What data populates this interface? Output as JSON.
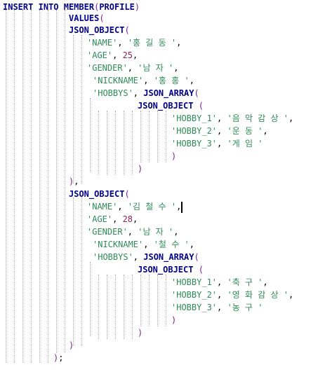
{
  "editor": {
    "lines": [
      {
        "name": "line-insert-into",
        "tokens": [
          {
            "t": "INSERT",
            "k": "kw"
          },
          {
            "t": " ",
            "k": "plain"
          },
          {
            "t": "INTO",
            "k": "kw"
          },
          {
            "t": " ",
            "k": "plain"
          },
          {
            "t": "MEMBER",
            "k": "kw"
          },
          {
            "t": "(",
            "k": "paren"
          },
          {
            "t": "PROFILE",
            "k": "kw"
          },
          {
            "t": ")",
            "k": "paren"
          }
        ]
      },
      {
        "name": "line-values",
        "tokens": [
          {
            "t": "VALUES",
            "k": "kw"
          },
          {
            "t": "(",
            "k": "paren"
          }
        ]
      },
      {
        "name": "line-json-object-1",
        "tokens": [
          {
            "t": "JSON_OBJECT",
            "k": "fn"
          },
          {
            "t": "(",
            "k": "paren"
          }
        ]
      },
      {
        "name": "line-name-1",
        "tokens": [
          {
            "t": "'NAME'",
            "k": "str"
          },
          {
            "t": ", ",
            "k": "punc"
          },
          {
            "t": "'홍 길 동 '",
            "k": "str"
          },
          {
            "t": ",",
            "k": "punc"
          }
        ]
      },
      {
        "name": "line-age-1",
        "tokens": [
          {
            "t": "'AGE'",
            "k": "str"
          },
          {
            "t": ", ",
            "k": "punc"
          },
          {
            "t": "25",
            "k": "num"
          },
          {
            "t": ",",
            "k": "punc"
          }
        ]
      },
      {
        "name": "line-gender-1",
        "tokens": [
          {
            "t": "'GENDER'",
            "k": "str"
          },
          {
            "t": ", ",
            "k": "punc"
          },
          {
            "t": "'남 자 '",
            "k": "str"
          },
          {
            "t": ",",
            "k": "punc"
          }
        ]
      },
      {
        "name": "line-nickname-1",
        "tokens": [
          {
            "t": "'NICKNAME'",
            "k": "str"
          },
          {
            "t": ", ",
            "k": "punc"
          },
          {
            "t": "'홍 홍 '",
            "k": "str"
          },
          {
            "t": ",",
            "k": "punc"
          }
        ]
      },
      {
        "name": "line-hobbys-1",
        "tokens": [
          {
            "t": "'HOBBYS'",
            "k": "str"
          },
          {
            "t": ", ",
            "k": "punc"
          },
          {
            "t": "JSON_ARRAY",
            "k": "fn"
          },
          {
            "t": "(",
            "k": "paren"
          }
        ]
      },
      {
        "name": "line-inner-json-object-1",
        "tokens": [
          {
            "t": "JSON_OBJECT",
            "k": "fn"
          },
          {
            "t": " ",
            "k": "plain"
          },
          {
            "t": "(",
            "k": "paren"
          }
        ]
      },
      {
        "name": "line-hobby1-1",
        "tokens": [
          {
            "t": "'HOBBY_1'",
            "k": "str"
          },
          {
            "t": ", ",
            "k": "punc"
          },
          {
            "t": "'음 악 감 상 '",
            "k": "str"
          },
          {
            "t": ",",
            "k": "punc"
          }
        ]
      },
      {
        "name": "line-hobby2-1",
        "tokens": [
          {
            "t": "'HOBBY_2'",
            "k": "str"
          },
          {
            "t": ", ",
            "k": "punc"
          },
          {
            "t": "'운 동 '",
            "k": "str"
          },
          {
            "t": ",",
            "k": "punc"
          }
        ]
      },
      {
        "name": "line-hobby3-1",
        "tokens": [
          {
            "t": "'HOBBY_3'",
            "k": "str"
          },
          {
            "t": ", ",
            "k": "punc"
          },
          {
            "t": "'게 임 '",
            "k": "str"
          }
        ]
      },
      {
        "name": "line-close-inner-1",
        "tokens": [
          {
            "t": ")",
            "k": "paren"
          }
        ]
      },
      {
        "name": "line-close-array-1",
        "tokens": [
          {
            "t": ")",
            "k": "paren"
          }
        ]
      },
      {
        "name": "line-close-object-1",
        "tokens": [
          {
            "t": ")",
            "k": "paren"
          },
          {
            "t": ",",
            "k": "punc"
          }
        ]
      },
      {
        "name": "line-json-object-2",
        "tokens": [
          {
            "t": "JSON_OBJECT",
            "k": "fn"
          },
          {
            "t": "(",
            "k": "paren"
          }
        ]
      },
      {
        "name": "line-name-2",
        "tokens": [
          {
            "t": "'NAME'",
            "k": "str"
          },
          {
            "t": ", ",
            "k": "punc"
          },
          {
            "t": "'김 철 수 '",
            "k": "str"
          },
          {
            "t": ",",
            "k": "punc"
          }
        ]
      },
      {
        "name": "line-age-2",
        "tokens": [
          {
            "t": "'AGE'",
            "k": "str"
          },
          {
            "t": ", ",
            "k": "punc"
          },
          {
            "t": "28",
            "k": "num"
          },
          {
            "t": ",",
            "k": "punc"
          }
        ]
      },
      {
        "name": "line-gender-2",
        "tokens": [
          {
            "t": "'GENDER'",
            "k": "str"
          },
          {
            "t": ", ",
            "k": "punc"
          },
          {
            "t": "'남 자 '",
            "k": "str"
          },
          {
            "t": ",",
            "k": "punc"
          }
        ]
      },
      {
        "name": "line-nickname-2",
        "tokens": [
          {
            "t": "'NICKNAME'",
            "k": "str"
          },
          {
            "t": ", ",
            "k": "punc"
          },
          {
            "t": "'철 수 '",
            "k": "str"
          },
          {
            "t": ",",
            "k": "punc"
          }
        ]
      },
      {
        "name": "line-hobbys-2",
        "tokens": [
          {
            "t": "'HOBBYS'",
            "k": "str"
          },
          {
            "t": ", ",
            "k": "punc"
          },
          {
            "t": "JSON_ARRAY",
            "k": "fn"
          },
          {
            "t": "(",
            "k": "paren"
          }
        ]
      },
      {
        "name": "line-inner-json-object-2",
        "tokens": [
          {
            "t": "JSON_OBJECT",
            "k": "fn"
          },
          {
            "t": " ",
            "k": "plain"
          },
          {
            "t": "(",
            "k": "paren"
          }
        ]
      },
      {
        "name": "line-hobby1-2",
        "tokens": [
          {
            "t": "'HOBBY_1'",
            "k": "str"
          },
          {
            "t": ", ",
            "k": "punc"
          },
          {
            "t": "'축 구 '",
            "k": "str"
          },
          {
            "t": ",",
            "k": "punc"
          }
        ]
      },
      {
        "name": "line-hobby2-2",
        "tokens": [
          {
            "t": "'HOBBY_2'",
            "k": "str"
          },
          {
            "t": ", ",
            "k": "punc"
          },
          {
            "t": "'영 화 감 상 '",
            "k": "str"
          },
          {
            "t": ",",
            "k": "punc"
          }
        ]
      },
      {
        "name": "line-hobby3-2",
        "tokens": [
          {
            "t": "'HOBBY_3'",
            "k": "str"
          },
          {
            "t": ", ",
            "k": "punc"
          },
          {
            "t": "'농 구 '",
            "k": "str"
          }
        ]
      },
      {
        "name": "line-close-inner-2",
        "tokens": [
          {
            "t": ")",
            "k": "paren"
          }
        ]
      },
      {
        "name": "line-close-array-2",
        "tokens": [
          {
            "t": ")",
            "k": "paren"
          }
        ]
      },
      {
        "name": "line-close-object-2",
        "tokens": [
          {
            "t": ")",
            "k": "paren"
          }
        ]
      },
      {
        "name": "line-close-values",
        "tokens": [
          {
            "t": ")",
            "k": "paren"
          },
          {
            "t": ";",
            "k": "punc"
          }
        ]
      }
    ]
  },
  "colors": {
    "keyword": "#00008b",
    "string": "#2e8b57",
    "number": "#8b2252",
    "paren": "#7a1fa2",
    "guide": "#a8a8a8",
    "background": "#ffffff"
  }
}
